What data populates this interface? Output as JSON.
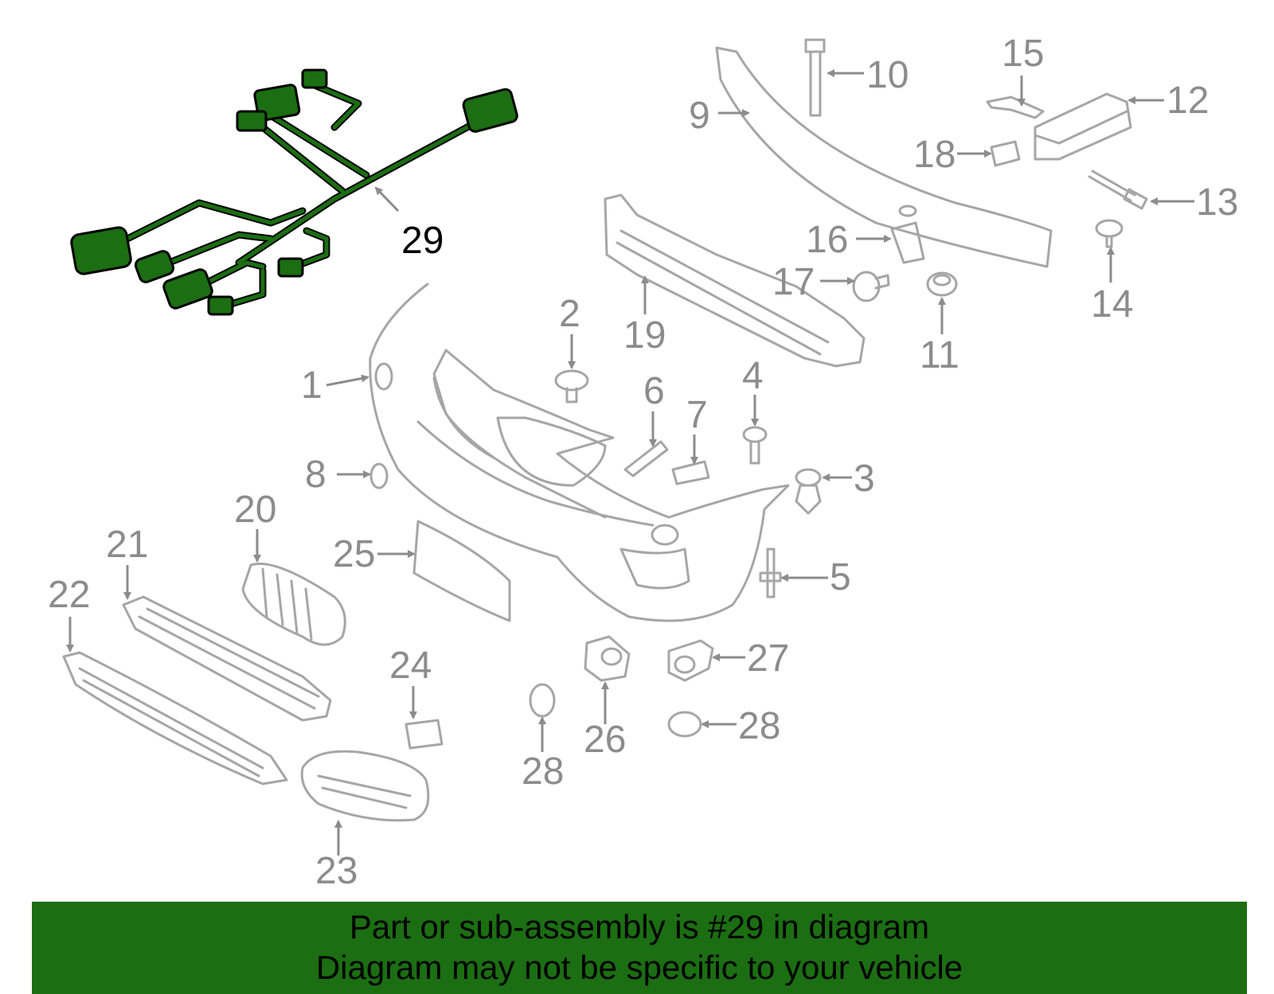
{
  "colors": {
    "highlight": "#1b6e12",
    "banner": "#1b6e12",
    "part_lines": "#a6a6a6",
    "callouts": "#8c8c8c",
    "highlight_callout": "#000000"
  },
  "highlighted_part": "29",
  "callouts": [
    "1",
    "2",
    "3",
    "4",
    "5",
    "6",
    "7",
    "8",
    "9",
    "10",
    "11",
    "12",
    "13",
    "14",
    "15",
    "16",
    "17",
    "18",
    "19",
    "20",
    "21",
    "22",
    "23",
    "24",
    "25",
    "26",
    "27",
    "28",
    "28",
    "29"
  ],
  "banner": {
    "line1": "Part or sub-assembly is #29 in diagram",
    "line2": "Diagram may not be specific to your vehicle"
  }
}
